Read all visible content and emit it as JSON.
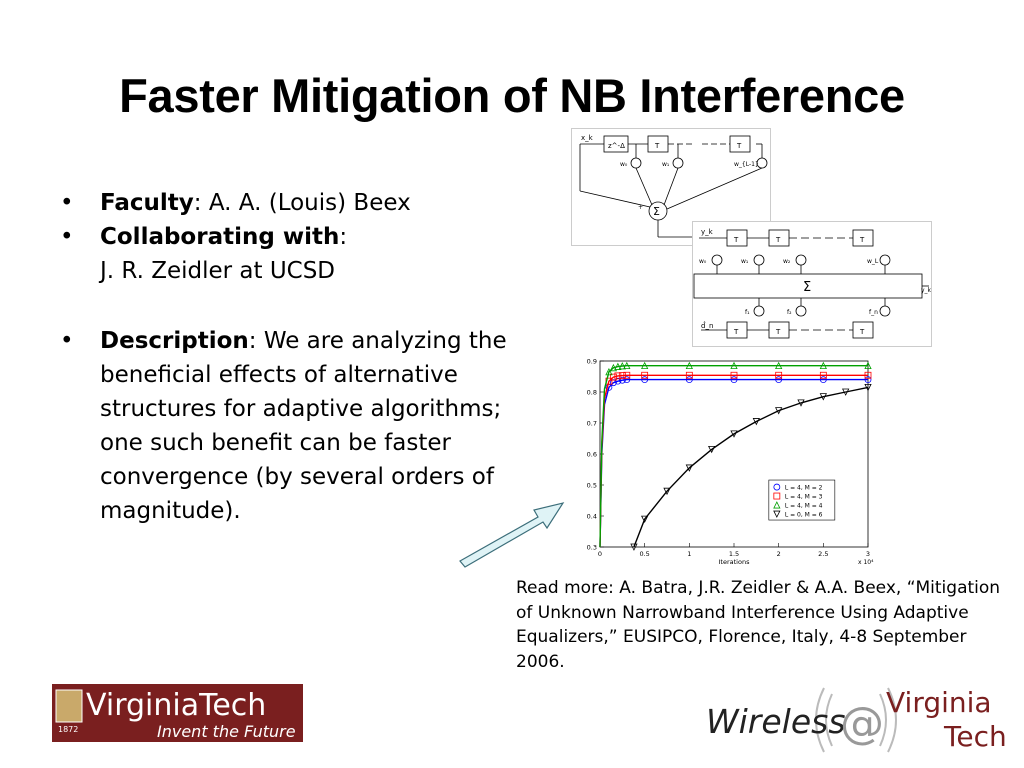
{
  "slide": {
    "title": "Faster Mitigation of NB Interference",
    "bullets": [
      {
        "label": "Faculty",
        "text": ": A. A. (Louis) Beex"
      },
      {
        "label": "Collaborating with",
        "text": ":",
        "line2": "J. R. Zeidler at UCSD"
      },
      {
        "label": "Description",
        "text": ": We are analyzing the beneficial effects of alternative structures for adaptive algorithms; one such benefit can be faster convergence (by several orders of magnitude)."
      }
    ],
    "read_more": "Read more: A. Batra, J.R. Zeidler & A.A. Beex, “Mitigation of Unknown Narrowband Interference Using Adaptive Equalizers,” EUSIPCO, Florence, Italy, 4-8 September 2006."
  },
  "logos": {
    "vt_name": "VirginiaTech",
    "vt_tagline": "Invent the Future",
    "vt_year": "1872",
    "wireless": "Wireless",
    "at": "@",
    "virginia": "Virginia",
    "tech": "Tech"
  },
  "diagram1": {
    "delay": "z^-Δ",
    "blocks": [
      "T",
      "T"
    ],
    "weights": [
      "w₀",
      "w₁",
      "w_{L-1}"
    ],
    "sum": "Σ",
    "input": "x_k",
    "sign": "+"
  },
  "diagram2": {
    "blocks": [
      "T",
      "T",
      "T"
    ],
    "weights": [
      "w₀",
      "w₁",
      "w₂",
      "w_L"
    ],
    "feedback": [
      "f₁",
      "f₂",
      "f_n"
    ],
    "sum": "Σ",
    "input": "y_k",
    "output": "y_k",
    "decision": "d̂_n"
  },
  "chart_data": {
    "type": "line",
    "xlabel": "Iterations",
    "x_multiplier_label": "x 10⁴",
    "xlim": [
      0,
      3
    ],
    "ylim": [
      0.3,
      0.9
    ],
    "xticks": [
      "0",
      "0.5",
      "1",
      "1.5",
      "2",
      "2.5",
      "3"
    ],
    "yticks": [
      "0.3",
      "0.4",
      "0.5",
      "0.6",
      "0.7",
      "0.8",
      "0.9"
    ],
    "legend_position": "lower-right",
    "series": [
      {
        "name": "L = 4, M = 2",
        "color": "#0000ff",
        "marker": "circle",
        "x": [
          0.0,
          0.02,
          0.05,
          0.1,
          0.15,
          0.2,
          0.25,
          0.3,
          0.5,
          1.0,
          1.5,
          2.0,
          2.5,
          3.0
        ],
        "y": [
          0.3,
          0.6,
          0.76,
          0.815,
          0.83,
          0.835,
          0.838,
          0.84,
          0.84,
          0.84,
          0.84,
          0.84,
          0.84,
          0.84
        ]
      },
      {
        "name": "L = 4, M = 3",
        "color": "#ff0000",
        "marker": "square",
        "x": [
          0.0,
          0.02,
          0.05,
          0.1,
          0.15,
          0.2,
          0.25,
          0.3,
          0.5,
          1.0,
          1.5,
          2.0,
          2.5,
          3.0
        ],
        "y": [
          0.3,
          0.62,
          0.78,
          0.835,
          0.848,
          0.852,
          0.853,
          0.854,
          0.854,
          0.854,
          0.854,
          0.854,
          0.854,
          0.854
        ]
      },
      {
        "name": "L = 4, M = 4",
        "color": "#00a000",
        "marker": "triangle-up",
        "x": [
          0.0,
          0.02,
          0.05,
          0.1,
          0.15,
          0.2,
          0.25,
          0.3,
          0.5,
          1.0,
          1.5,
          2.0,
          2.5,
          3.0
        ],
        "y": [
          0.3,
          0.64,
          0.81,
          0.865,
          0.878,
          0.882,
          0.884,
          0.885,
          0.885,
          0.885,
          0.885,
          0.885,
          0.885,
          0.885
        ]
      },
      {
        "name": "L = 0, M = 6",
        "color": "#000000",
        "marker": "triangle-down",
        "x": [
          0.38,
          0.5,
          0.75,
          1.0,
          1.25,
          1.5,
          1.75,
          2.0,
          2.25,
          2.5,
          2.75,
          3.0
        ],
        "y": [
          0.3,
          0.39,
          0.48,
          0.555,
          0.615,
          0.665,
          0.705,
          0.74,
          0.765,
          0.785,
          0.8,
          0.815
        ]
      }
    ]
  }
}
